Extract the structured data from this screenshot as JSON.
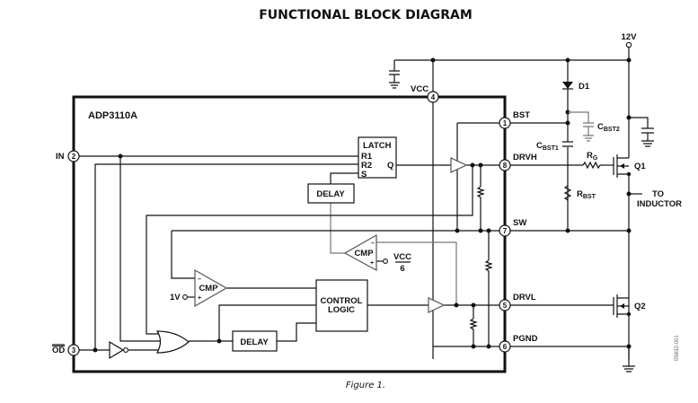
{
  "title": "FUNCTIONAL BLOCK DIAGRAM",
  "chip_name": "ADP3110A",
  "caption": "Figure 1.",
  "doc_code": "05832-001",
  "pins": [
    {
      "num": "1",
      "name": "BST"
    },
    {
      "num": "2",
      "name": "IN"
    },
    {
      "num": "3",
      "name": "OD"
    },
    {
      "num": "4",
      "name": "VCC"
    },
    {
      "num": "5",
      "name": "DRVL"
    },
    {
      "num": "6",
      "name": "PGND"
    },
    {
      "num": "7",
      "name": "SW"
    },
    {
      "num": "8",
      "name": "DRVH"
    }
  ],
  "blocks": {
    "latch": {
      "title": "LATCH",
      "r1": "R1",
      "r2": "R2",
      "s": "S",
      "q": "Q"
    },
    "delay_top": "DELAY",
    "delay_bottom": "DELAY",
    "control_logic_line1": "CONTROL",
    "control_logic_line2": "LOGIC",
    "cmp_top": {
      "label": "CMP",
      "minus": "–",
      "plus": "+",
      "ref_num": "VCC",
      "ref_den": "6"
    },
    "cmp_bottom": {
      "label": "CMP",
      "minus": "–",
      "plus": "+",
      "ref": "1V"
    }
  },
  "external": {
    "supply": "12V",
    "diode": "D1",
    "cbst1_main": "C",
    "cbst1_sub": "BST1",
    "cbst2_main": "C",
    "cbst2_sub": "BST2",
    "rg_main": "R",
    "rg_sub": "G",
    "rbst_main": "R",
    "rbst_sub": "BST",
    "q1": "Q1",
    "q2": "Q2",
    "to_inductor_1": "TO",
    "to_inductor_2": "INDUCTOR"
  }
}
